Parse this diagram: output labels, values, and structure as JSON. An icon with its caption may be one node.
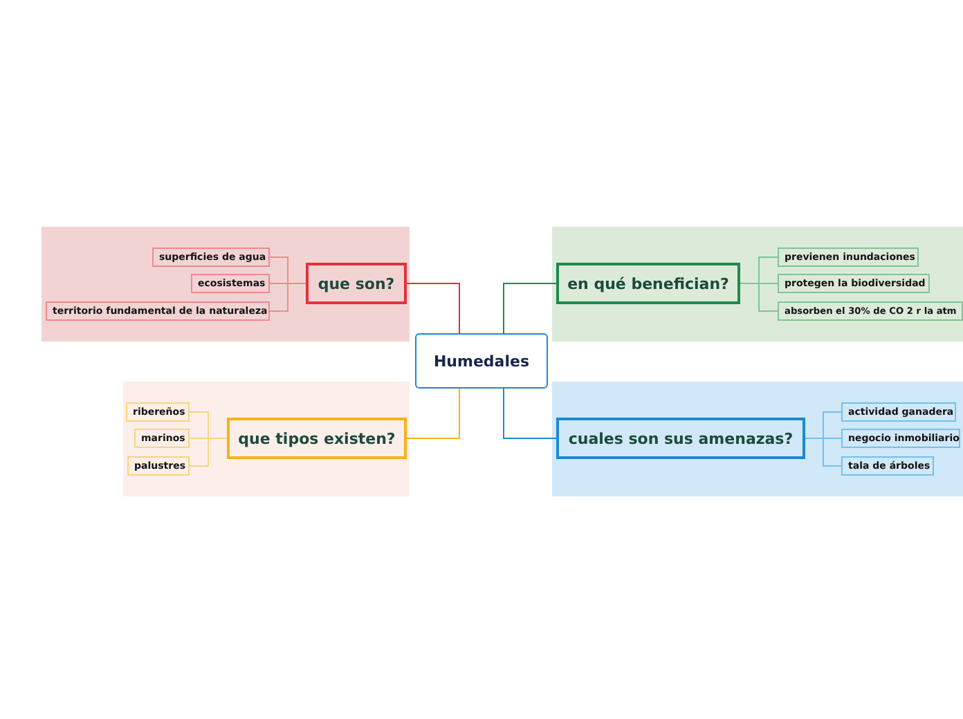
{
  "diagram": {
    "nodes": [
      {
        "text": [
          "Humedales"
        ]
      },
      {
        "text": [],
        "shape": "box"
      },
      {
        "text": [
          "que son?"
        ],
        "in": 1
      },
      {
        "text": [
          "superficies de agua"
        ],
        "in": 1
      },
      {
        "text": [
          "ecosistemas"
        ],
        "in": 1
      },
      {
        "text": [
          "territorio fundamental de la naturaleza"
        ],
        "in": 1
      },
      {
        "text": [],
        "shape": "box"
      },
      {
        "text": [
          "en qué benefician?"
        ],
        "in": 6
      },
      {
        "text": [
          "previenen inundaciones"
        ],
        "in": 6
      },
      {
        "text": [
          "protegen la biodiversidad"
        ],
        "in": 6
      },
      {
        "text": [
          "absorben el 30% de CO 2 r la atm"
        ],
        "in": 6
      },
      {
        "text": [],
        "shape": "box"
      },
      {
        "text": [
          "que tipos existen?"
        ],
        "in": 11
      },
      {
        "text": [
          "ribereños"
        ],
        "in": 11
      },
      {
        "text": [
          "marinos"
        ],
        "in": 11
      },
      {
        "text": [
          "palustres"
        ],
        "in": 11
      },
      {
        "text": [],
        "shape": "box"
      },
      {
        "text": [
          "cuales son sus amenazas?"
        ],
        "in": 16
      },
      {
        "text": [
          "actividad ganadera"
        ],
        "in": 16
      },
      {
        "text": [
          "negocio inmobiliario"
        ],
        "in": 16
      },
      {
        "text": [
          "tala de árboles"
        ],
        "in": 16
      }
    ],
    "edges": [
      {
        "from": 0,
        "to": 2,
        "arrow": "none",
        "color": "#e0343c"
      },
      {
        "from": 2,
        "to": 3,
        "arrow": "none",
        "color": "#f08a8e"
      },
      {
        "from": 2,
        "to": 4,
        "arrow": "none",
        "color": "#f08a8e"
      },
      {
        "from": 2,
        "to": 5,
        "arrow": "none",
        "color": "#f08a8e"
      },
      {
        "from": 0,
        "to": 7,
        "arrow": "none",
        "color": "#1e8a4c"
      },
      {
        "from": 7,
        "to": 8,
        "arrow": "none",
        "color": "#7fc497"
      },
      {
        "from": 7,
        "to": 9,
        "arrow": "none",
        "color": "#7fc497"
      },
      {
        "from": 7,
        "to": 10,
        "arrow": "none",
        "color": "#7fc497"
      },
      {
        "from": 0,
        "to": 12,
        "arrow": "none",
        "color": "#f5b318"
      },
      {
        "from": 12,
        "to": 13,
        "arrow": "none",
        "color": "#fbd480"
      },
      {
        "from": 12,
        "to": 14,
        "arrow": "none",
        "color": "#fbd480"
      },
      {
        "from": 12,
        "to": 15,
        "arrow": "none",
        "color": "#fbd480"
      },
      {
        "from": 0,
        "to": 17,
        "arrow": "none",
        "color": "#1a8ad4"
      },
      {
        "from": 17,
        "to": 18,
        "arrow": "none",
        "color": "#72c0ee"
      },
      {
        "from": 17,
        "to": 19,
        "arrow": "none",
        "color": "#72c0ee"
      },
      {
        "from": 17,
        "to": 20,
        "arrow": "none",
        "color": "#72c0ee"
      }
    ]
  }
}
